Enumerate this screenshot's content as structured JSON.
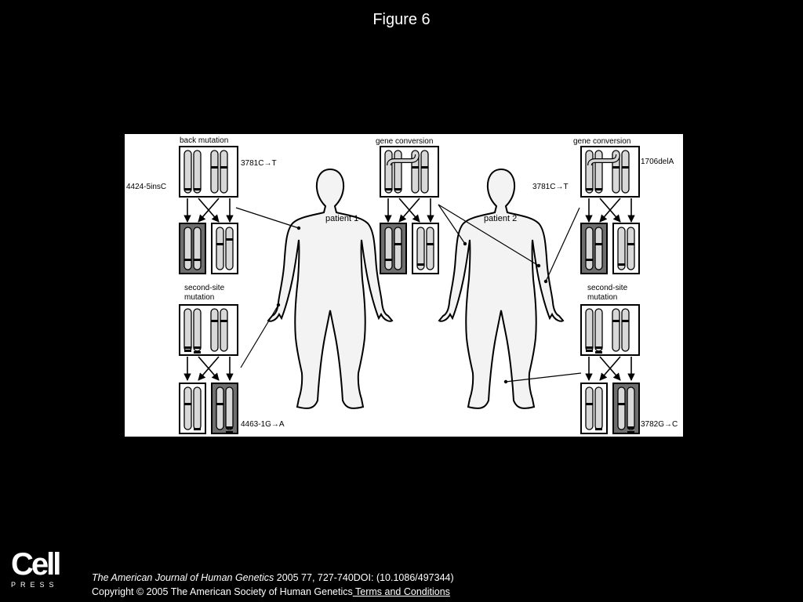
{
  "header": {
    "title": "Figure 6"
  },
  "diagram": {
    "patient1_label": "patient 1",
    "patient2_label": "patient 2",
    "p1_back_mutation": "back mutation",
    "p1_back_left_label": "4424-5insC",
    "p1_back_right_label": "3781C→T",
    "p1_second_site": [
      "second-site",
      "mutation"
    ],
    "p1_second_site_result": "4463-1G→A",
    "center_gene_conversion": "gene conversion",
    "p2_gene_conversion": "gene conversion",
    "p2_gc_right_label": "1706delA",
    "p2_gc_left_label": "3781C→T",
    "p2_second_site": [
      "second-site",
      "mutation"
    ],
    "p2_second_site_result": "3782G→C"
  },
  "footer": {
    "logo_text": "Cell",
    "logo_sub": "PRESS",
    "journal": "The American Journal of Human Genetics",
    "citation_rest": " 2005 77, 727-740DOI: (10.1086/497344)",
    "copyright": "Copyright © 2005 The American Society of Human Genetics",
    "terms_link": " Terms and Conditions"
  }
}
